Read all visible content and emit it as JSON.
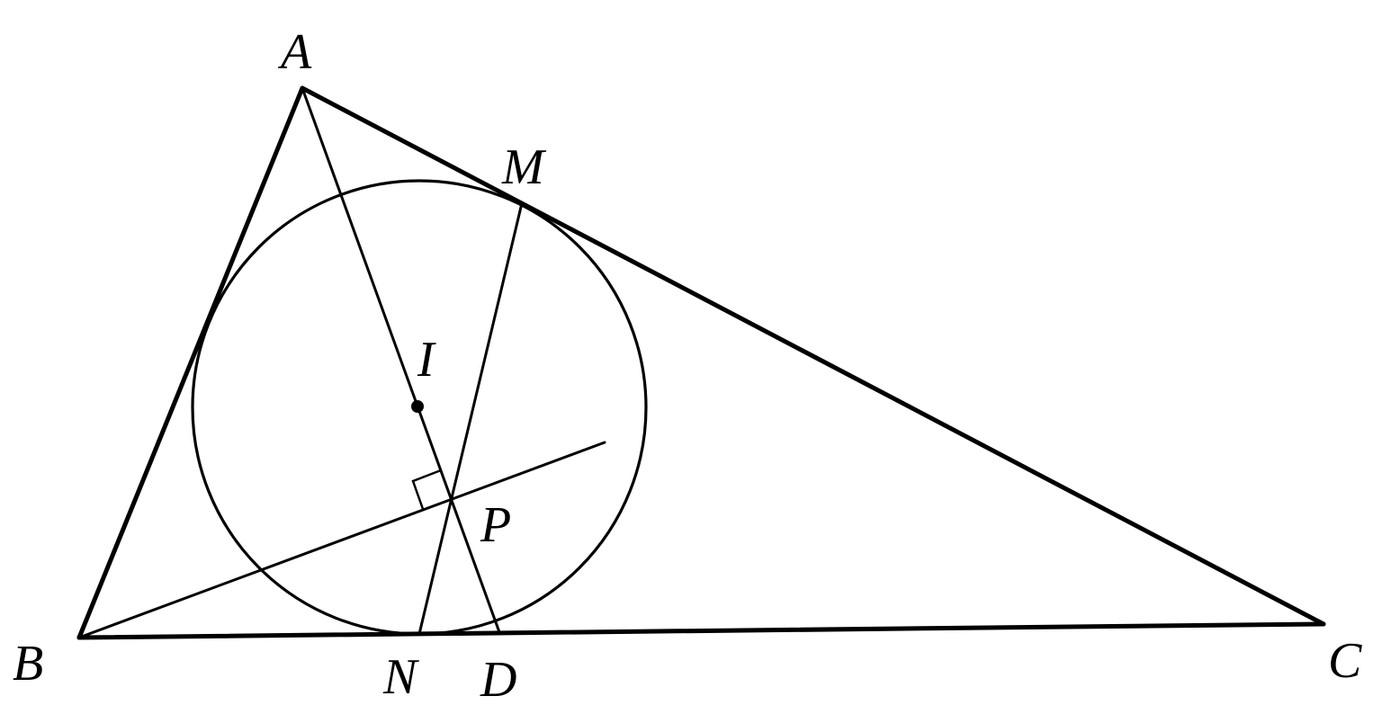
{
  "labels": {
    "A": "A",
    "B": "B",
    "C": "C",
    "M": "M",
    "I": "I",
    "P": "P",
    "N": "N",
    "D": "D"
  },
  "colors": {
    "stroke": "#000000",
    "background": "#ffffff"
  }
}
